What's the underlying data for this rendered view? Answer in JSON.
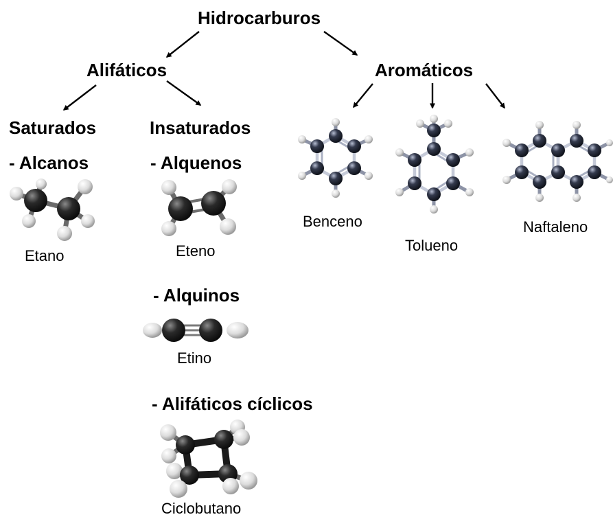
{
  "diagram": {
    "root": "Hidrocarburos",
    "aliphatic": "Alifáticos",
    "aromatic": "Aromáticos",
    "saturated": "Saturados",
    "unsaturated": "Insaturados",
    "alkanes": "- Alcanos",
    "alkenes": "- Alquenos",
    "alkynes": "- Alquinos",
    "cyclic": "- Alifáticos cíclicos",
    "molecules": {
      "ethane": "Etano",
      "ethene": "Eteno",
      "ethyne": "Etino",
      "cyclobutane": "Ciclobutano",
      "benzene": "Benceno",
      "toluene": "Tolueno",
      "naphthalene": "Naftaleno"
    }
  },
  "colors": {
    "text": "#000000",
    "arrow": "#000000",
    "carbon_aliphatic": "#222222",
    "carbon_aromatic": "#2b3040",
    "hydrogen": "#e8e8e8",
    "bond": "#5a5a5a"
  },
  "icons": [
    "arrow-icon",
    "ethane-model-icon",
    "ethene-model-icon",
    "ethyne-model-icon",
    "cyclobutane-model-icon",
    "benzene-model-icon",
    "toluene-model-icon",
    "naphthalene-model-icon"
  ]
}
